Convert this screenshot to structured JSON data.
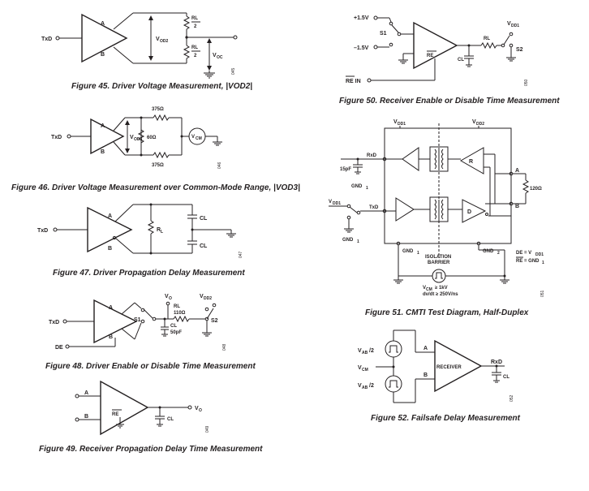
{
  "captions": {
    "fig45": "Figure 45. Driver Voltage Measurement, |VOD2|",
    "fig46": "Figure 46. Driver Voltage Measurement over Common-Mode Range, |VOD3|",
    "fig47": "Figure 47. Driver Propagation Delay Measurement",
    "fig48": "Figure 48. Driver Enable or Disable Time Measurement",
    "fig49": "Figure 49. Receiver Propagation Delay Time Measurement",
    "fig50": "Figure 50. Receiver Enable or Disable Time Measurement",
    "fig51": "Figure 51. CMTI Test Diagram, Half-Duplex",
    "fig52": "Figure 52. Failsafe Delay Measurement"
  },
  "labels": {
    "txd": "TxD",
    "rxd": "RxD",
    "de": "DE",
    "a": "A",
    "b": "B",
    "v": "V",
    "r": "R",
    "rl": "RL",
    "rl_over2_num": "RL",
    "rl_over2_den": "2",
    "od2": "OD2",
    "od3": "OD3",
    "oc": "OC",
    "o": "O",
    "cm": "CM",
    "dd2": "DD2",
    "dd1": "DD1",
    "cl": "CL",
    "l": "L",
    "s1": "S1",
    "s2": "S2",
    "re": "RE",
    "re_in": "RE IN",
    "r375": "375Ω",
    "r60": "60Ω",
    "r110": "110Ω",
    "c50": "50pF",
    "c15": "15pF",
    "r120": "120Ω",
    "plus15": "+1.5V",
    "minus15": "–1.5V",
    "gnd": "GND",
    "sub1": "1",
    "sub2": "2",
    "isolation": "ISOLATION",
    "barrier": "BARRIER",
    "vcm_rate1": "≥ 1kV",
    "vcm_rate2": "dv/dt ≥ 250V/ns",
    "de_eq": "DE = V",
    "re_eq": "RE = GND",
    "dr": "D",
    "receiver": "RECEIVER",
    "ab2": "AB",
    "slash2": "/2"
  },
  "figure_codes": {
    "f45": "045",
    "f46": "046",
    "f47": "047",
    "f48": "048",
    "f49": "049",
    "f50": "050",
    "f51": "051",
    "f52": "052"
  }
}
